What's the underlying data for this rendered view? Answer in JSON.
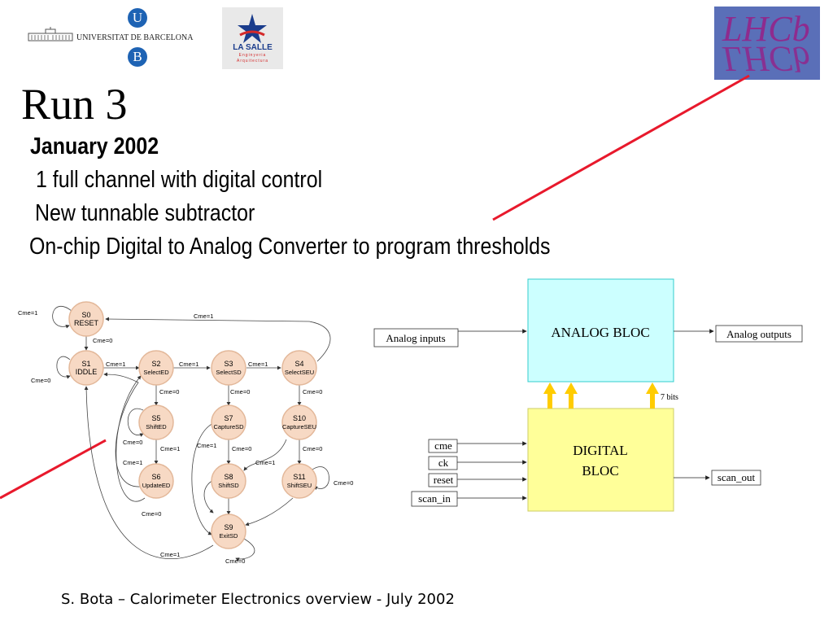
{
  "logos": {
    "ub_letter_u": "U",
    "ub_letter_b": "B",
    "ub_name": "UNIVERSITAT DE BARCELONA",
    "lasalle_name": "LA SALLE",
    "lasalle_line1": "Enginyeria",
    "lasalle_line2": "Arquitectura",
    "lhcb_text": "LHCb"
  },
  "slide": {
    "title": "Run 3",
    "subtitle": "January 2002",
    "bullets": [
      "1 full channel with digital control",
      "New tunnable subtractor",
      "On-chip Digital to Analog Converter to program thresholds"
    ],
    "footer": "S. Bota – Calorimeter Electronics overview - July 2002"
  },
  "fsm": {
    "states": [
      {
        "id": "S0",
        "name": "RESET"
      },
      {
        "id": "S1",
        "name": "IDDLE"
      },
      {
        "id": "S2",
        "name": "SelectED"
      },
      {
        "id": "S3",
        "name": "SelectSD"
      },
      {
        "id": "S4",
        "name": "SelectSEU"
      },
      {
        "id": "S5",
        "name": "ShiftED"
      },
      {
        "id": "S6",
        "name": "UpdateED"
      },
      {
        "id": "S7",
        "name": "CaptureSD"
      },
      {
        "id": "S8",
        "name": "ShiftSD"
      },
      {
        "id": "S9",
        "name": "ExitSD"
      },
      {
        "id": "S10",
        "name": "CaptureSEU"
      },
      {
        "id": "S11",
        "name": "ShiftSEU"
      }
    ],
    "conditions": {
      "cme0": "Cme=0",
      "cme1": "Cme=1"
    }
  },
  "blocks": {
    "analog_bloc": "ANALOG BLOC",
    "digital_bloc_line1": "DIGITAL",
    "digital_bloc_line2": "BLOC",
    "analog_inputs": "Analog inputs",
    "analog_outputs": "Analog outputs",
    "bits_label": "7 bits",
    "cme": "cme",
    "ck": "ck",
    "reset": "reset",
    "scan_in": "scan_in",
    "scan_out": "scan_out"
  },
  "colors": {
    "analog_fill": "#ccffff",
    "analog_stroke": "#33cccc",
    "digital_fill": "#ffff99",
    "digital_stroke": "#cccc66",
    "bus_arrow": "#ffcc00",
    "red_line": "#e8192c",
    "state_fill": "#f7d9c4",
    "state_stroke": "#e3b89a",
    "lhcb_bg": "#5a6fb8",
    "lhcb_text": "#8e2b8e",
    "lasalle_blue": "#1a3c8c",
    "lasalle_red": "#d42a2a"
  }
}
